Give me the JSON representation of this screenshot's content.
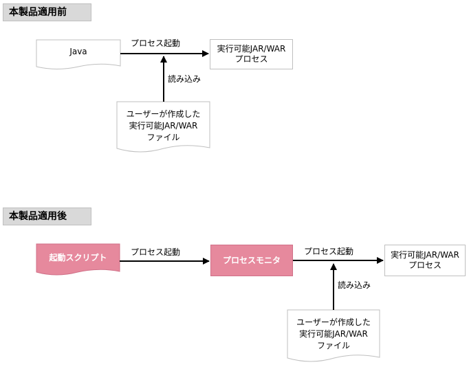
{
  "before": {
    "header": "本製品適用前",
    "java": "Java",
    "edge_start": "プロセス起動",
    "process_line1": "実行可能JAR/WAR",
    "process_line2": "プロセス",
    "edge_load": "読み込み",
    "file_line1": "ユーザーが作成した",
    "file_line2": "実行可能JAR/WAR",
    "file_line3": "ファイル"
  },
  "after": {
    "header": "本製品適用後",
    "script": "起動スクリプト",
    "edge_start1": "プロセス起動",
    "monitor": "プロセスモニタ",
    "edge_start2": "プロセス起動",
    "process_line1": "実行可能JAR/WAR",
    "process_line2": "プロセス",
    "edge_load": "読み込み",
    "file_line1": "ユーザーが作成した",
    "file_line2": "実行可能JAR/WAR",
    "file_line3": "ファイル"
  },
  "colors": {
    "pink": "#e6899d",
    "header_bg": "#d9d9d9"
  }
}
